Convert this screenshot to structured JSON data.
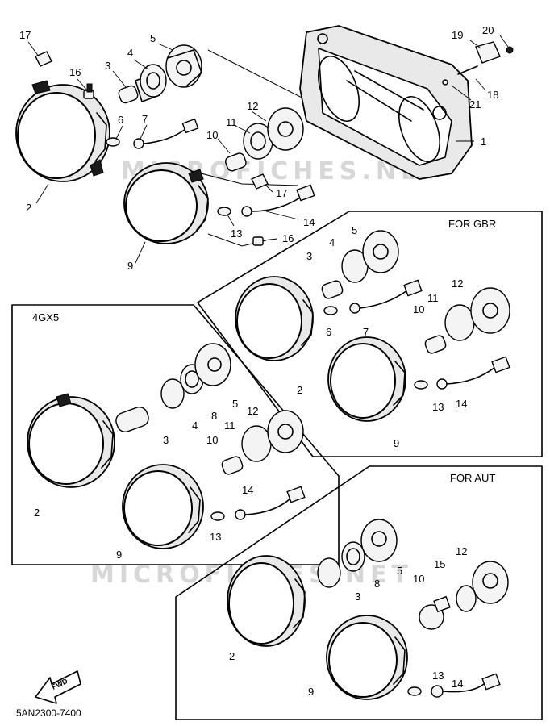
{
  "watermark": "MICROFICHES.NET",
  "diagram_code": "5AN2300-7400",
  "fwd_label": "FWD",
  "boxes": {
    "gbr": "FOR GBR",
    "gx5": "4GX5",
    "aut": "FOR AUT"
  },
  "numbers": {
    "n1": "1",
    "n2": "2",
    "n3": "3",
    "n4": "4",
    "n5": "5",
    "n6": "6",
    "n7": "7",
    "n8": "8",
    "n9": "9",
    "n10": "10",
    "n11": "11",
    "n12": "12",
    "n13": "13",
    "n14": "14",
    "n15": "15",
    "n16": "16",
    "n17": "17",
    "n18": "18",
    "n19": "19",
    "n20": "20",
    "n21": "21"
  }
}
